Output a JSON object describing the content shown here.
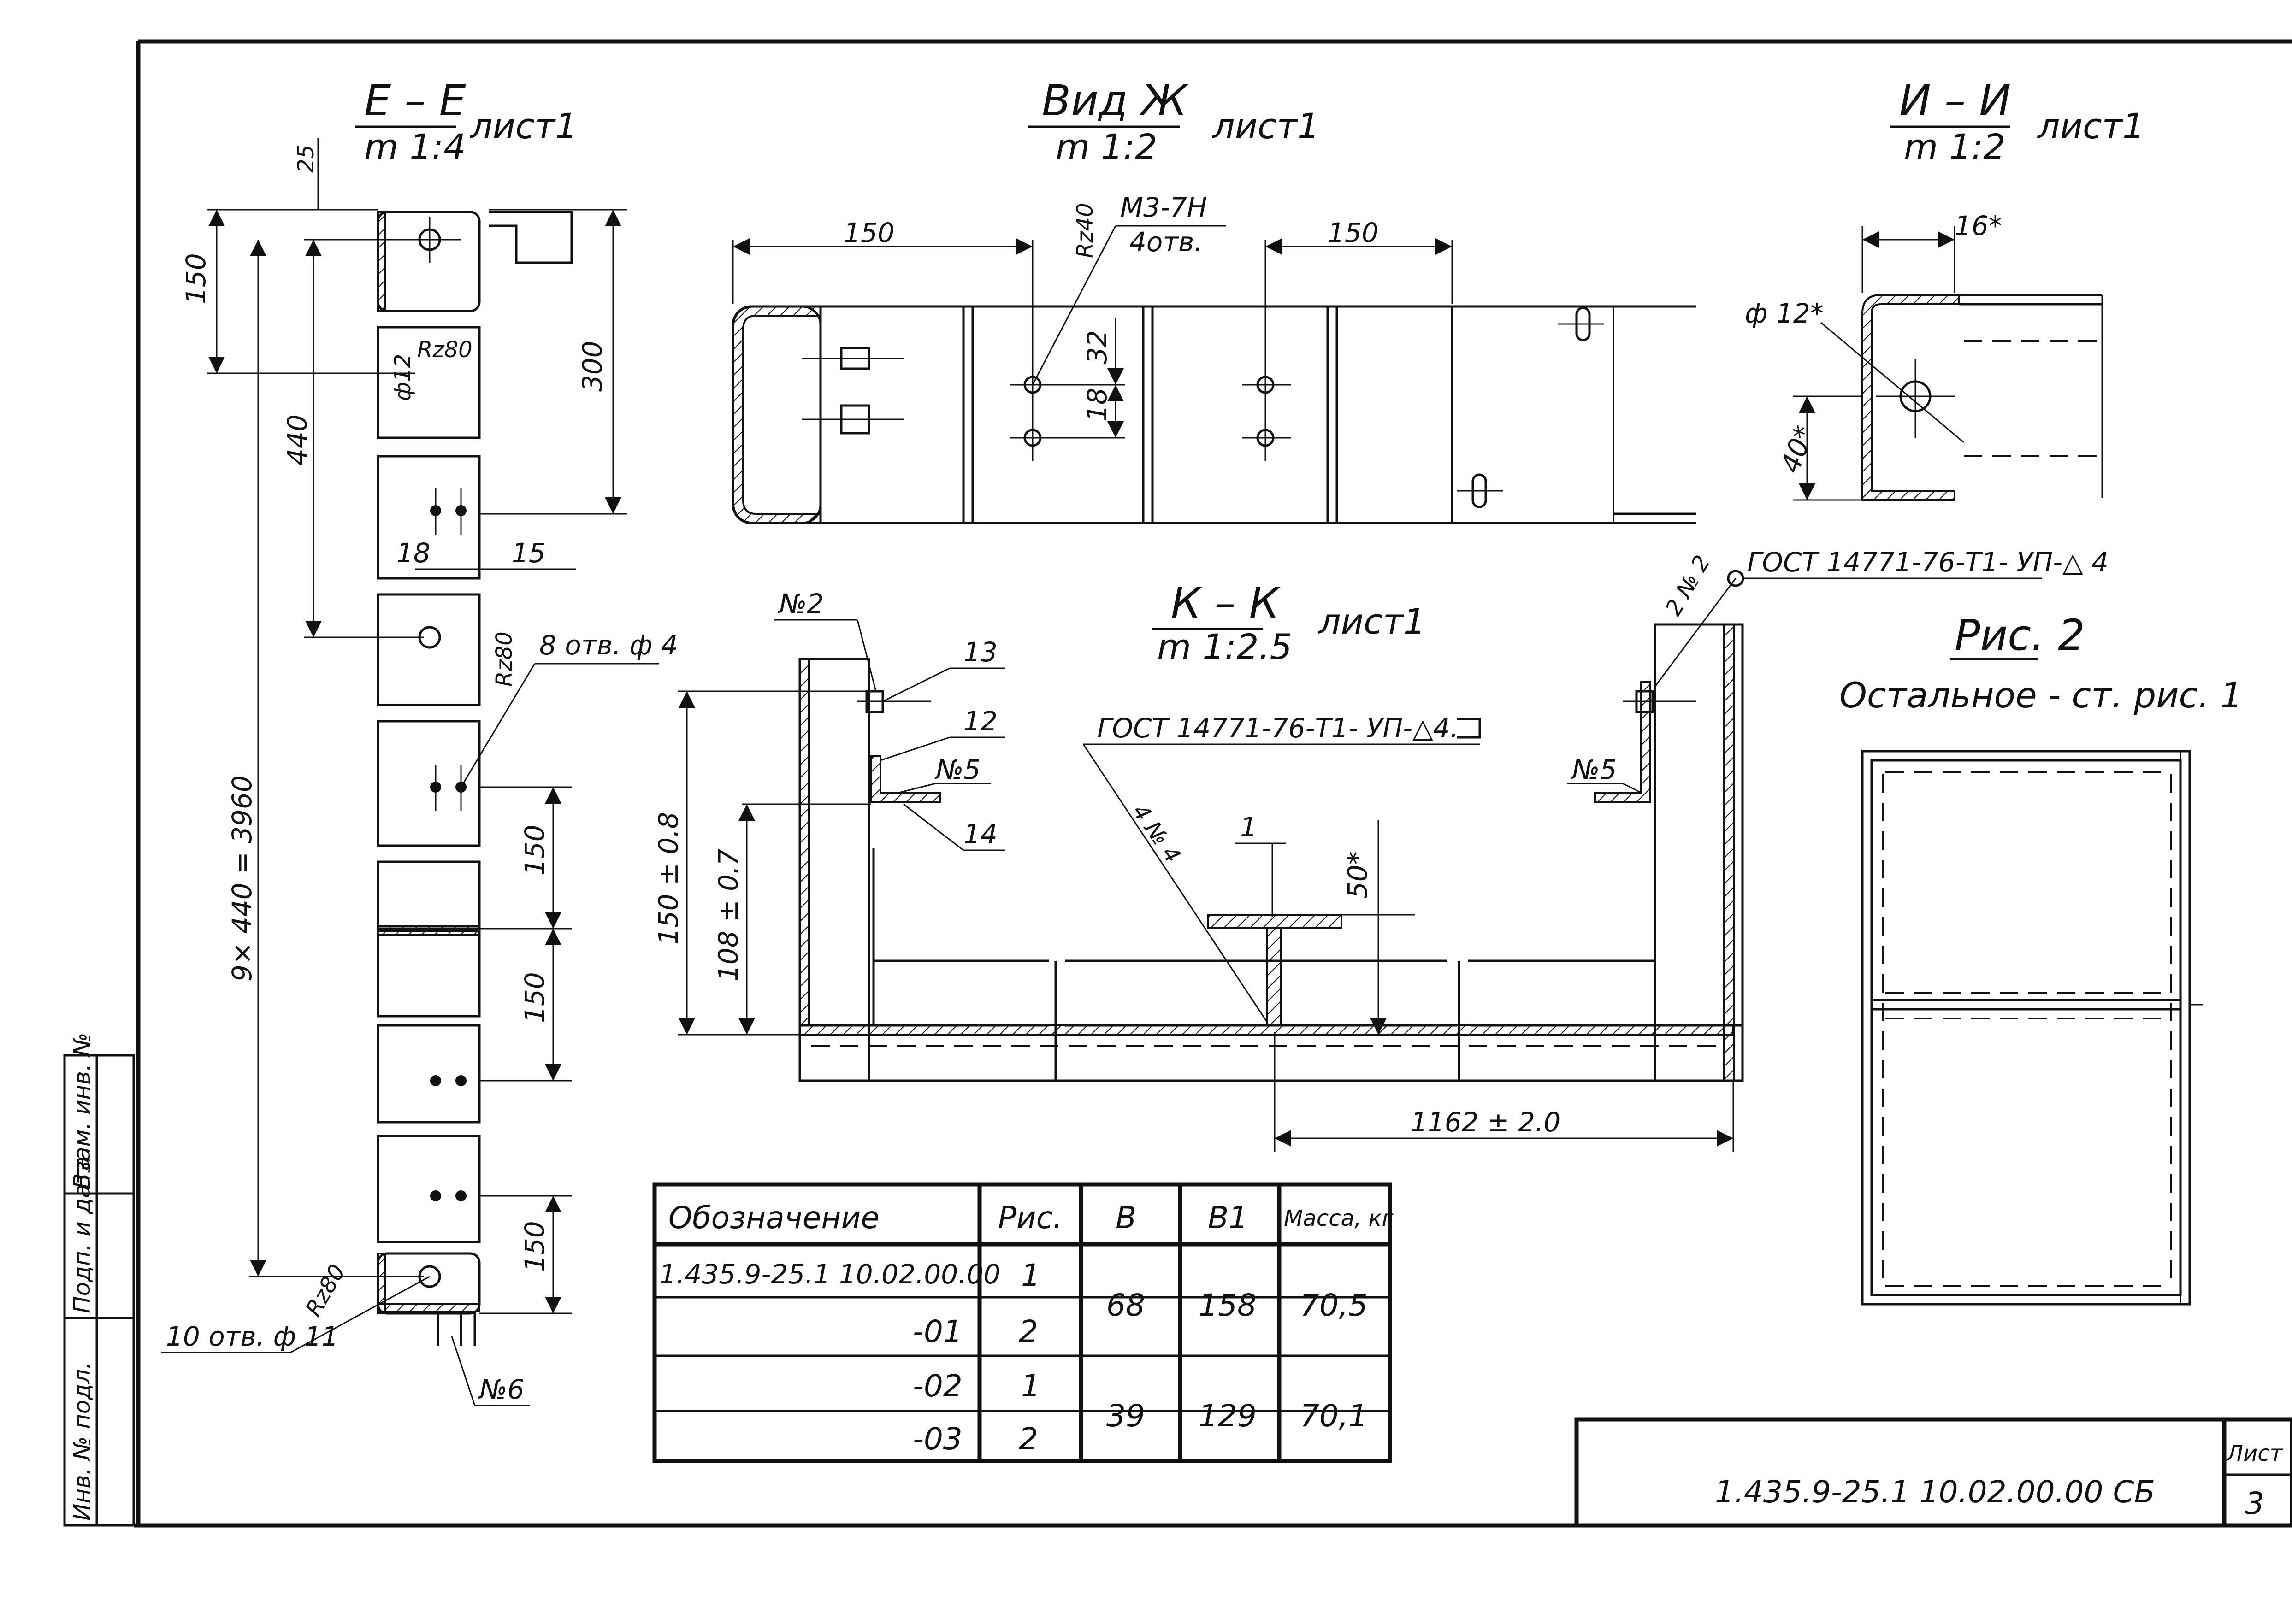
{
  "views": {
    "ee": {
      "title": "Е – Е",
      "scale": "m 1:4",
      "sheet": "лист1"
    },
    "zh": {
      "title": "Вид Ж",
      "scale": "m 1:2",
      "sheet": "лист1"
    },
    "ii": {
      "title": "И – И",
      "scale": "m 1:2",
      "sheet": "лист1"
    },
    "kk": {
      "title": "К – К",
      "scale": "m 1:2.5",
      "sheet": "лист1"
    },
    "fig2": {
      "title": "Рис. 2",
      "subtitle": "Остальное - ст. рис. 1"
    }
  },
  "ee_dims": {
    "d25": "25",
    "d150top": "150",
    "d300": "300",
    "d440": "440",
    "d9x440": "9× 440 = 3960",
    "d18": "18",
    "d15": "15",
    "d150a": "150",
    "d150b": "150",
    "d150c": "150",
    "rz80a": "Rz80",
    "rz80b": "Rz80",
    "rz80c": "Rz80",
    "phi12": "ф12"
  },
  "ee_notes": {
    "holes8": "8 отв. ф 4",
    "holes10": "10 отв. ф 11",
    "n6": "№6"
  },
  "zh_dims": {
    "d150l": "150",
    "d150r": "150",
    "rz40": "Rz40",
    "d32": "32",
    "d18": "18"
  },
  "zh_notes": {
    "thread": "М3-7Н",
    "count": "4отв."
  },
  "ii_dims": {
    "d16": "16*",
    "phi12": "ф 12*",
    "d40": "40*"
  },
  "kk_dims": {
    "d150": "150 ± 0.8",
    "d108": "108 ± 0.7",
    "d50": "50*",
    "d1162": "1162 ± 2.0",
    "d4": "4 № 4"
  },
  "kk_labels": {
    "n2": "№2",
    "n13": "13",
    "n12": "12",
    "n5": "№5",
    "n14": "14",
    "n1": "1",
    "n5r": "№5",
    "n2r": "2 № 2",
    "weld_mid": "ГОСТ 14771-76-Т1- УП-△4.",
    "weld_top": "ГОСТ 14771-76-Т1- УП-△ 4"
  },
  "table": {
    "headers": [
      "Обозначение",
      "Рис.",
      "В",
      "В1",
      "Масса, кг"
    ],
    "rows": [
      {
        "code": "1.435.9-25.1 10.02.00.00",
        "fig": "1"
      },
      {
        "code": "-01",
        "fig": "2"
      },
      {
        "code": "-02",
        "fig": "1"
      },
      {
        "code": "-03",
        "fig": "2"
      }
    ],
    "groups": [
      {
        "b": "68",
        "b1": "158",
        "mass": "70,5"
      },
      {
        "b": "39",
        "b1": "129",
        "mass": "70,1"
      }
    ]
  },
  "stamp": {
    "code": "1.435.9-25.1  10.02.00.00 СБ",
    "sheet_label": "Лист",
    "sheet_no": "3"
  },
  "side_stamp": [
    "Взам. инв. №",
    "Подп. и дата",
    "Инв. № подл."
  ]
}
